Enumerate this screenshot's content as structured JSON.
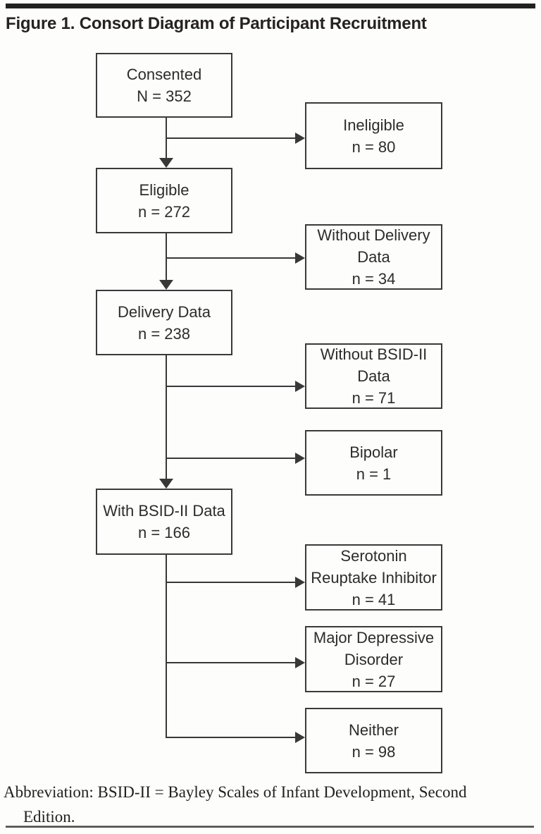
{
  "title": "Figure 1. Consort Diagram of Participant Recruitment",
  "colors": {
    "background": "#fdfdfb",
    "line": "#383838",
    "box_border": "#3a3a3a",
    "text": "#2c2c2c",
    "top_rule": "#212121"
  },
  "diagram": {
    "main_flow": [
      {
        "id": "consented",
        "label": "Consented",
        "count": "N = 352"
      },
      {
        "id": "eligible",
        "label": "Eligible",
        "count": "n = 272"
      },
      {
        "id": "delivery-data",
        "label": "Delivery Data",
        "count": "n = 238"
      },
      {
        "id": "with-bsid-ii-data",
        "label": "With BSID-II Data",
        "count": "n = 166"
      }
    ],
    "exclusion_branches": [
      {
        "id": "ineligible",
        "from": "consented",
        "label": "Ineligible",
        "count": "n = 80"
      },
      {
        "id": "without-delivery-data",
        "from": "eligible",
        "label": "Without Delivery\nData",
        "count": "n = 34"
      },
      {
        "id": "without-bsid-ii-data",
        "from": "delivery-data",
        "label": "Without BSID-II\nData",
        "count": "n = 71"
      },
      {
        "id": "bipolar",
        "from": "delivery-data",
        "label": "Bipolar",
        "count": "n = 1"
      },
      {
        "id": "serotonin-reuptake-inhibitor",
        "from": "with-bsid-ii-data",
        "label": "Serotonin\nReuptake Inhibitor",
        "count": "n = 41"
      },
      {
        "id": "major-depressive-disorder",
        "from": "with-bsid-ii-data",
        "label": "Major Depressive\nDisorder",
        "count": "n = 27"
      },
      {
        "id": "neither",
        "from": "with-bsid-ii-data",
        "label": "Neither",
        "count": "n = 98"
      }
    ]
  },
  "footnote": "Abbreviation: BSID-II = Bayley Scales of Infant Development, Second\nEdition."
}
